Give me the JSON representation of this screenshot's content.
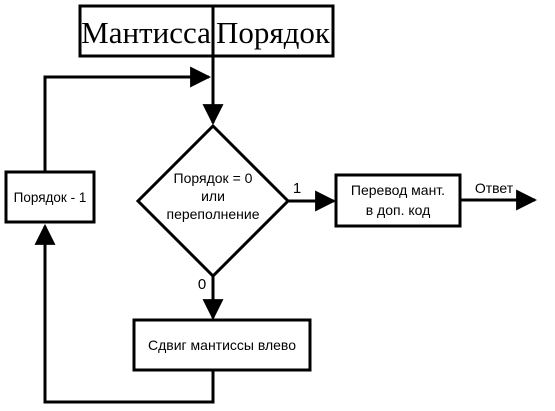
{
  "header": {
    "mantissa": "Мантисса",
    "exponent": "Порядок"
  },
  "blocks": {
    "decrement": "Порядок - 1",
    "condition": [
      "Порядок = 0",
      "или",
      "переполнение"
    ],
    "convert": [
      "Перевод мант.",
      "в доп. код"
    ],
    "shift": "Сдвиг мантиссы влево"
  },
  "edges": {
    "yes_label": "1",
    "no_label": "0",
    "output_label": "Ответ"
  }
}
